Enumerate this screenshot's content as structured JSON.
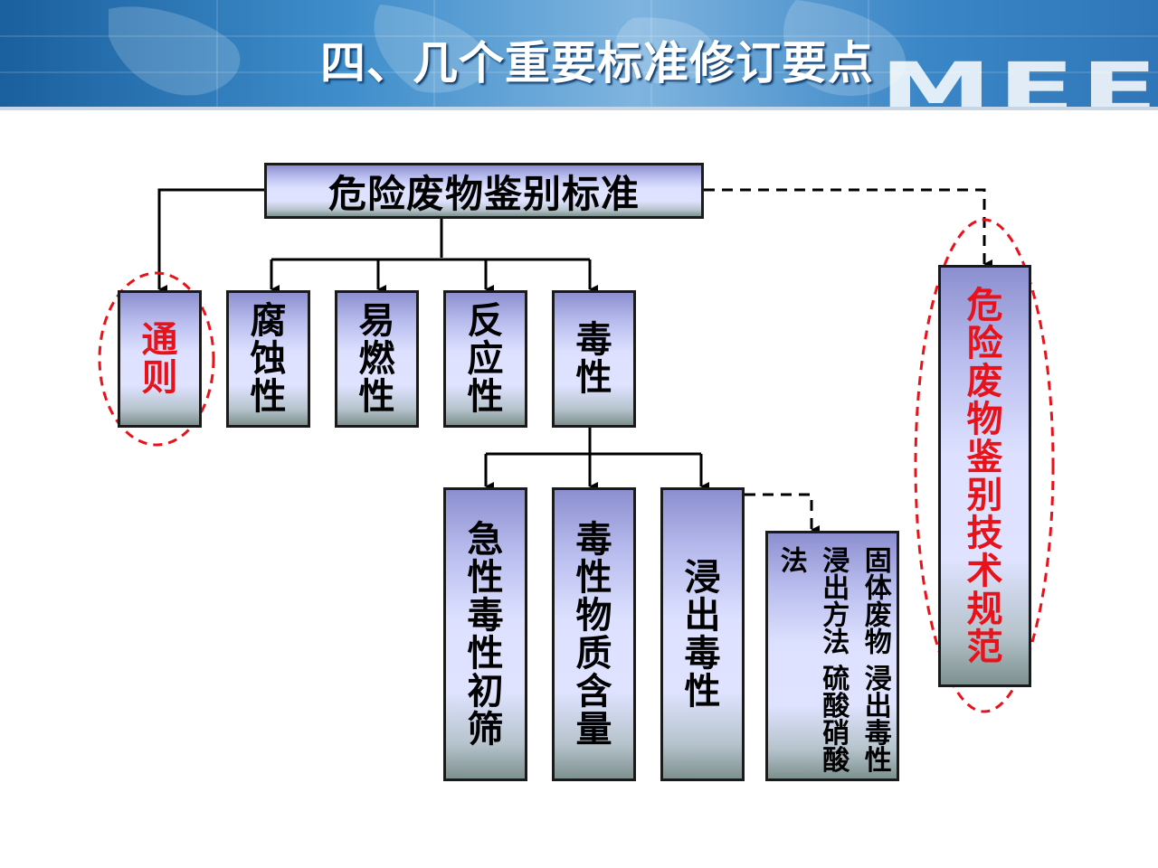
{
  "header": {
    "title": "四、几个重要标准修订要点",
    "logo_text": "MEE"
  },
  "diagram": {
    "root": "危险废物鉴别标准",
    "first_level": [
      {
        "id": "general",
        "label": "通则",
        "highlight": true
      },
      {
        "id": "corrosivity",
        "label": "腐蚀性"
      },
      {
        "id": "flammability",
        "label": "易燃性"
      },
      {
        "id": "reactivity",
        "label": "反应性"
      },
      {
        "id": "toxicity",
        "label": "毒性"
      }
    ],
    "toxicity_children": [
      {
        "id": "acute",
        "label": "急性毒性初筛"
      },
      {
        "id": "content",
        "label": "毒性物质含量"
      },
      {
        "id": "leaching",
        "label": "浸出毒性"
      }
    ],
    "leaching_method": "固体废物 浸出毒性浸出方法 硫酸硝酸法",
    "technical_spec": "危险废物鉴别技术规范",
    "colors": {
      "highlight_text": "#e8121a",
      "dashed_ellipse": "#e8121a",
      "connector": "#000000",
      "header_blue": "#2f76b8"
    }
  }
}
